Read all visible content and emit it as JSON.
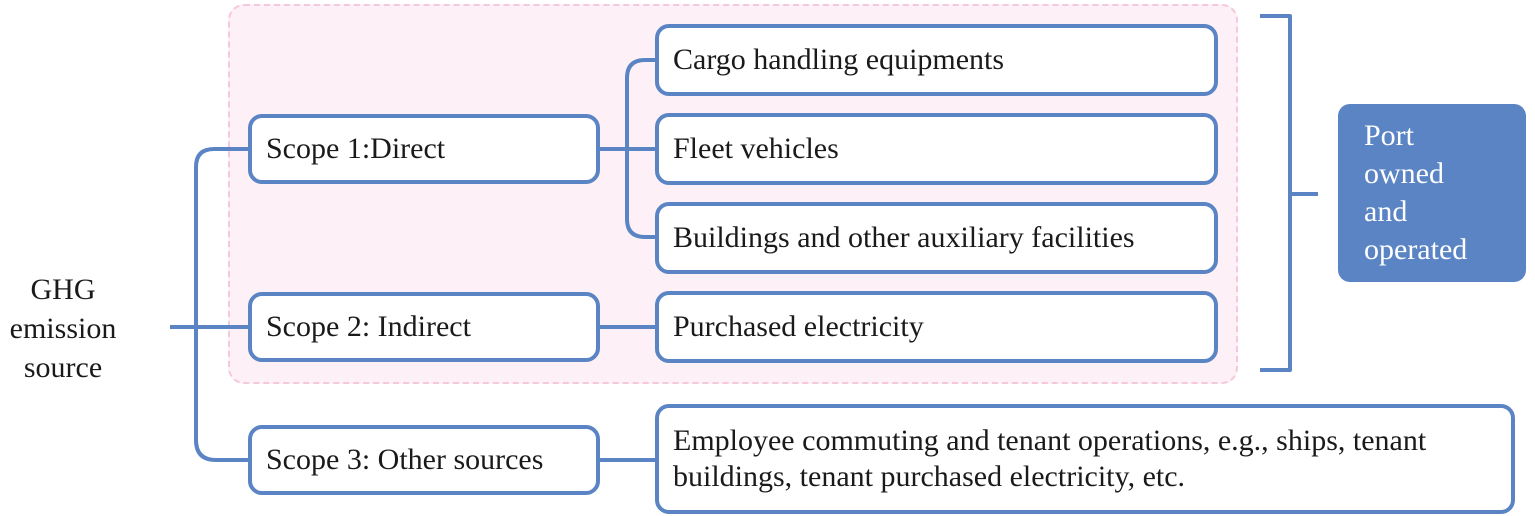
{
  "diagram": {
    "root": {
      "label": "GHG emission source",
      "lines": [
        "GHG",
        "emission",
        "source"
      ]
    },
    "scopes": [
      {
        "label": "Scope 1:Direct"
      },
      {
        "label": "Scope 2: Indirect"
      },
      {
        "label": "Scope 3: Other sources"
      }
    ],
    "sources": [
      {
        "label": "Cargo handling equipments"
      },
      {
        "label": "Fleet vehicles"
      },
      {
        "label": "Buildings and other auxiliary facilities"
      },
      {
        "label": "Purchased electricity"
      },
      {
        "label": "Employee commuting and tenant operations, e.g., ships, tenant buildings, tenant purchased electricity, etc."
      }
    ],
    "group_label": {
      "label": "Port owned and operated",
      "lines": [
        "Port",
        "owned",
        "and",
        "operated"
      ]
    },
    "colors": {
      "node_border": "#5b84c4",
      "group_box": "#5b84c4",
      "highlight_fill": "#fdf0f6",
      "highlight_border": "#f4c9dc",
      "text": "#1a1a1a"
    }
  }
}
